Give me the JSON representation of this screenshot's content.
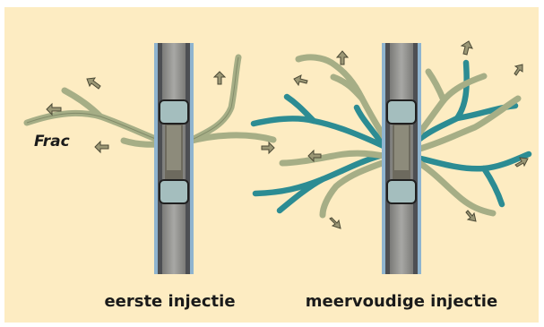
{
  "diagram": {
    "frac_label": "Frac",
    "captions": {
      "left": "eerste injectie",
      "right": "meervoudige injectie"
    }
  },
  "colors": {
    "background": "#fdecc2",
    "fracture_first": "#a6ae86",
    "fracture_multi": "#2c8c93",
    "casing": "#4d4f53",
    "well_fill": "#a3a3a1",
    "packer": "#a4bebe",
    "arrow": "#9b9775"
  }
}
